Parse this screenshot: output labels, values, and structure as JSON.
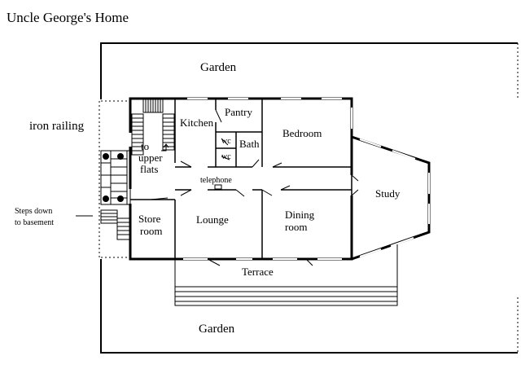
{
  "title": "Uncle George's Home",
  "labels": {
    "garden_top": "Garden",
    "garden_bottom": "Garden",
    "iron_railing": "iron railing",
    "steps_line1": "Steps down",
    "steps_line2": "to basement",
    "kitchen": "Kitchen",
    "pantry": "Pantry",
    "bedroom": "Bedroom",
    "wc1": "wc",
    "wc2": "wc",
    "bath": "Bath",
    "upper_line1": "to",
    "upper_line2": "upper",
    "upper_line3": "flats",
    "telephone": "telephone",
    "study": "Study",
    "store_line1": "Store",
    "store_line2": "room",
    "lounge": "Lounge",
    "dining_line1": "Dining",
    "dining_line2": "room",
    "terrace": "Terrace"
  }
}
